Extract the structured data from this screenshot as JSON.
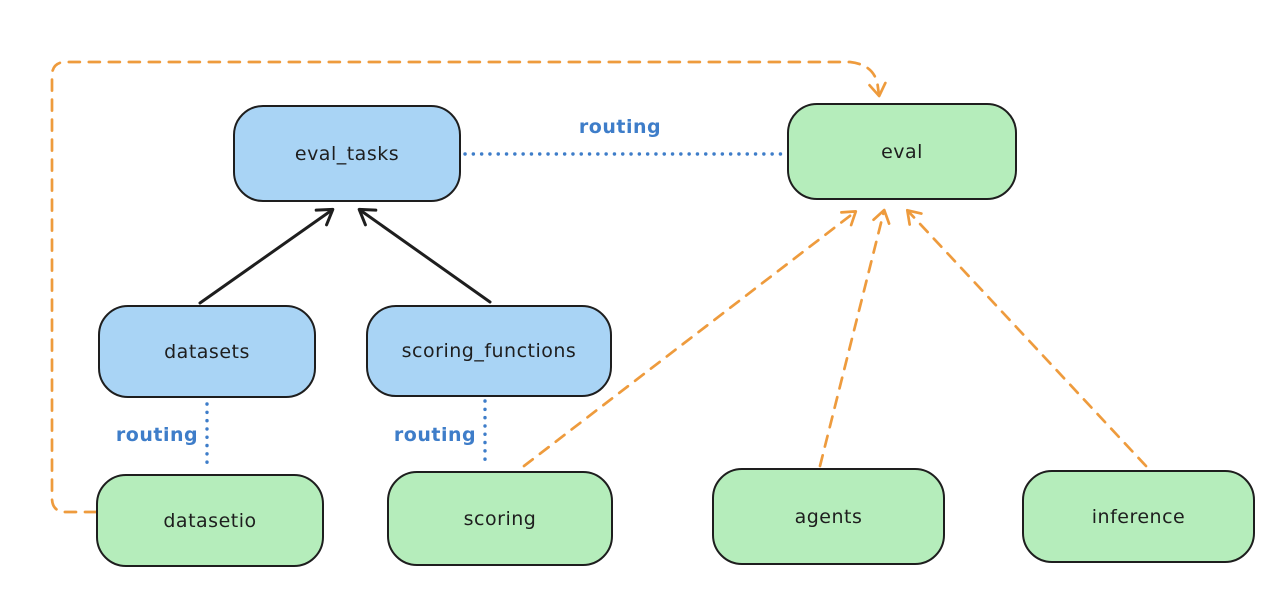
{
  "colors": {
    "node-blue": "#a9d4f5",
    "node-green": "#b5edbb",
    "ink": "#1e1e1e",
    "routing-blue": "#3e7dc9",
    "arrow-orange": "#ee9b3d",
    "background": "#ffffff"
  },
  "nodes": {
    "eval_tasks": {
      "label": "eval_tasks",
      "fill": "#a9d4f5"
    },
    "eval": {
      "label": "eval",
      "fill": "#b5edbb"
    },
    "datasets": {
      "label": "datasets",
      "fill": "#a9d4f5"
    },
    "scoring_functions": {
      "label": "scoring_functions",
      "fill": "#a9d4f5"
    },
    "datasetio": {
      "label": "datasetio",
      "fill": "#b5edbb"
    },
    "scoring": {
      "label": "scoring",
      "fill": "#b5edbb"
    },
    "agents": {
      "label": "agents",
      "fill": "#b5edbb"
    },
    "inference": {
      "label": "inference",
      "fill": "#b5edbb"
    }
  },
  "edge_labels": {
    "routing_eval_tasks_to_eval": "routing",
    "routing_datasets_to_datasetio": "routing",
    "routing_scoring_functions_to_scoring": "routing"
  },
  "edges": [
    {
      "from": "datasets",
      "to": "eval_tasks",
      "style": "solid-black-arrow"
    },
    {
      "from": "scoring_functions",
      "to": "eval_tasks",
      "style": "solid-black-arrow"
    },
    {
      "from": "eval_tasks",
      "to": "eval",
      "style": "dotted-blue",
      "label": "routing"
    },
    {
      "from": "datasets",
      "to": "datasetio",
      "style": "dotted-blue",
      "label": "routing"
    },
    {
      "from": "scoring_functions",
      "to": "scoring",
      "style": "dotted-blue",
      "label": "routing"
    },
    {
      "from": "datasetio",
      "to": "eval",
      "style": "dashed-orange-arrow"
    },
    {
      "from": "scoring",
      "to": "eval",
      "style": "dashed-orange-arrow"
    },
    {
      "from": "agents",
      "to": "eval",
      "style": "dashed-orange-arrow"
    },
    {
      "from": "inference",
      "to": "eval",
      "style": "dashed-orange-arrow"
    }
  ]
}
